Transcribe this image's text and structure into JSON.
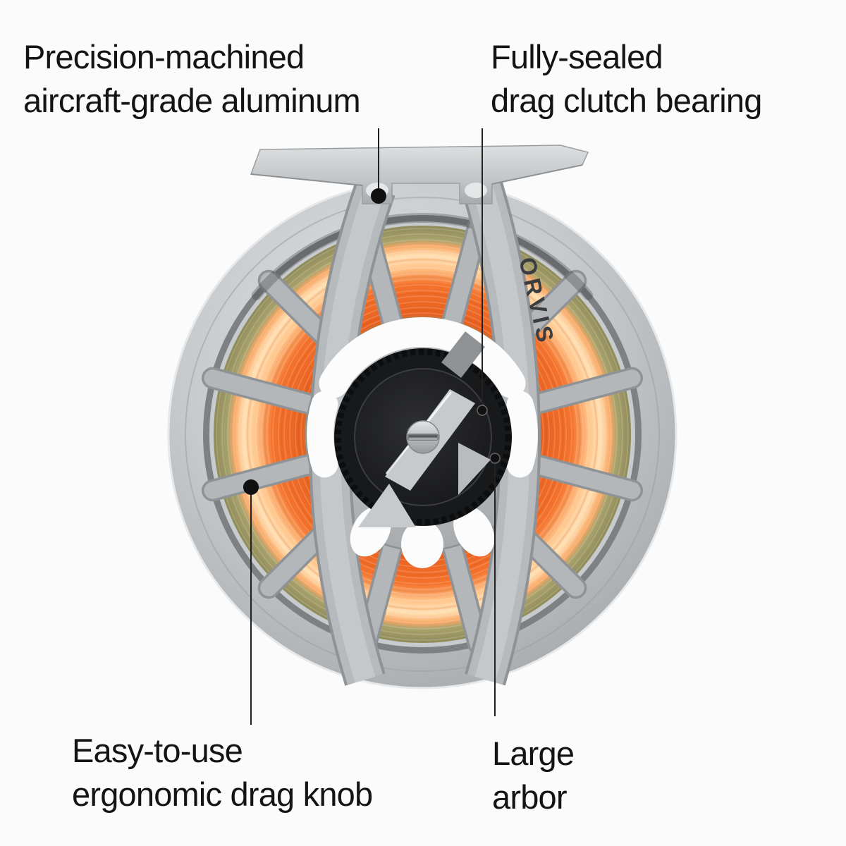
{
  "meta": {
    "type": "product-feature-diagram",
    "subject": "fly fishing reel with wound orange fly line"
  },
  "brand_text": "ORVIS",
  "callouts": {
    "top_left": "Precision-machined\naircraft-grade aluminum",
    "top_right": "Fully-sealed\ndrag clutch bearing",
    "bottom_left": "Easy-to-use\nergonomic drag knob",
    "bottom_right": "Large\narbor"
  },
  "colors": {
    "background": "#fbfbfc",
    "text": "#141414",
    "callout_line": "#222222",
    "frame_silver": "#b6babd",
    "rim_silver": "#c6c9cc",
    "fly_line_orange": "#ec6322",
    "fly_line_cream": "#ffdfb2",
    "fly_line_olive": "#9e9a67",
    "drag_knob_black": "#1a1b1d",
    "logo_silver": "#c7cacd"
  }
}
